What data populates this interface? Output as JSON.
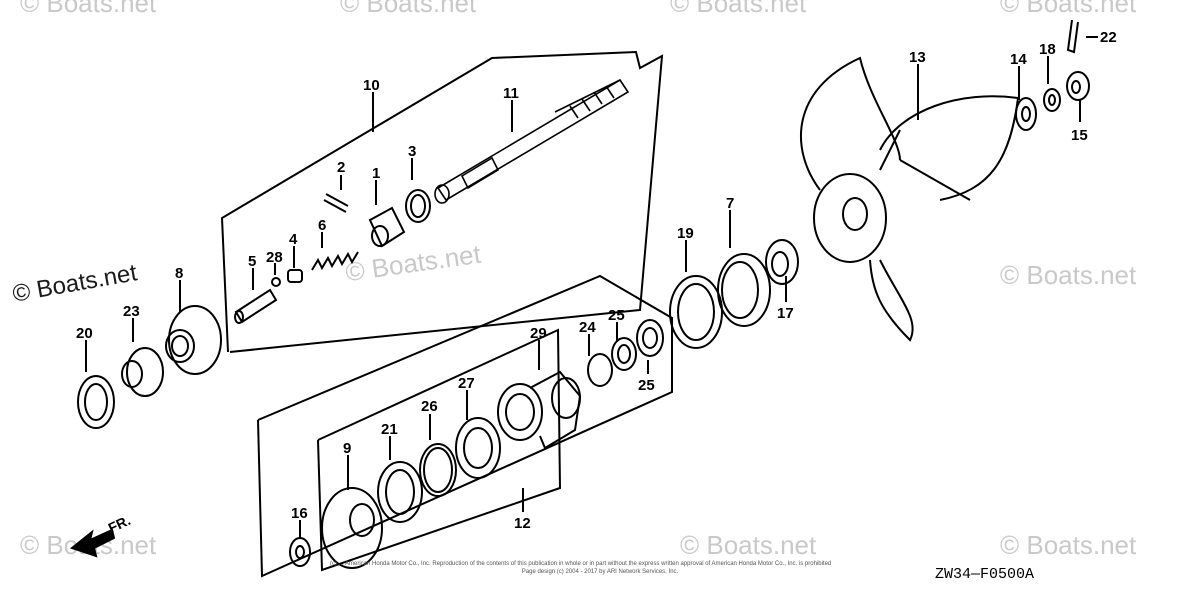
{
  "watermarks": {
    "main": "© Boats.net",
    "faint": "© Boats.net"
  },
  "diagram_code": "ZW34—F0500A",
  "front_indicator": "FR.",
  "copyright_lines": [
    "(c) ... American Honda Motor Co., Inc. Reproduction of the contents of this publication in whole or in part without the express written approval of American Honda Motor Co., Inc. is prohibited",
    "Page design (c) 2004 - 2017 by ARI Network Services, Inc."
  ],
  "callouts": {
    "c1": "1",
    "c2": "2",
    "c3": "3",
    "c4": "4",
    "c5": "5",
    "c6": "6",
    "c7": "7",
    "c8": "8",
    "c9": "9",
    "c10": "10",
    "c11": "11",
    "c12": "12",
    "c13": "13",
    "c14": "14",
    "c15": "15",
    "c16": "16",
    "c17": "17",
    "c18": "18",
    "c19": "19",
    "c20": "20",
    "c21": "21",
    "c22": "22",
    "c23": "23",
    "c24": "24",
    "c25a": "25",
    "c25b": "25",
    "c26": "26",
    "c27": "27",
    "c28": "28",
    "c29": "29"
  },
  "colors": {
    "line": "#000000",
    "watermark": "#c9c9c9"
  }
}
